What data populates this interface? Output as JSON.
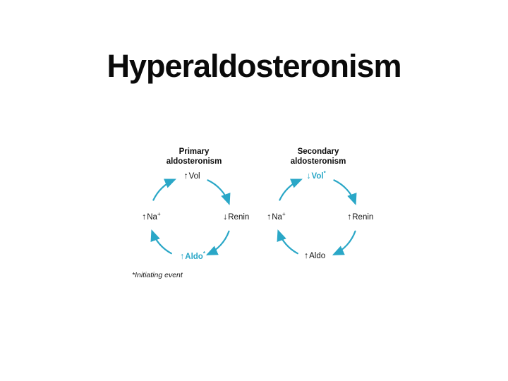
{
  "slide": {
    "title": "Hyperaldosteronism"
  },
  "colors": {
    "accent_cycle_arrow": "#2AA7C7",
    "text": "#0a0a0a",
    "background": "#ffffff"
  },
  "diagram": {
    "footnote": "*Initiating event",
    "primary": {
      "heading": "Primary aldosteronism",
      "nodes": {
        "top": {
          "arrow": "↑",
          "label": "Vol",
          "sup": ""
        },
        "right": {
          "arrow": "↓",
          "label": "Renin",
          "sup": ""
        },
        "bottom": {
          "arrow": "↑",
          "label": "Aldo",
          "sup": "*"
        },
        "left": {
          "arrow": "↑",
          "label": "Na",
          "sup": "+"
        }
      }
    },
    "secondary": {
      "heading": "Secondary aldosteronism",
      "nodes": {
        "top": {
          "arrow": "↓",
          "label": "Vol",
          "sup": "*"
        },
        "right": {
          "arrow": "↑",
          "label": "Renin",
          "sup": ""
        },
        "bottom": {
          "arrow": "↑",
          "label": "Aldo",
          "sup": ""
        },
        "left": {
          "arrow": "↑",
          "label": "Na",
          "sup": "+"
        }
      }
    }
  }
}
